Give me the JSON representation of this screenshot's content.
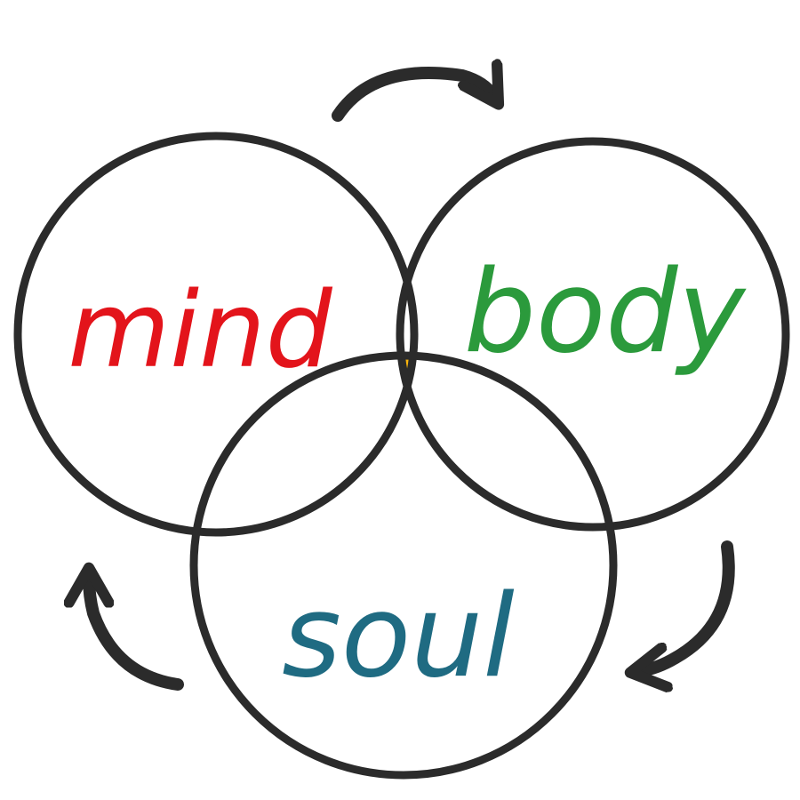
{
  "diagram": {
    "type": "venn",
    "sets": [
      {
        "label": "mind",
        "color": "#e3141b"
      },
      {
        "label": "body",
        "color": "#2b9a3c"
      },
      {
        "label": "soul",
        "color": "#1f6b82"
      }
    ],
    "center_highlight": {
      "inner_color": "#ffd21a",
      "outer_color": "#f59a00"
    },
    "outline_color": "#2b2b2b",
    "cycle_arrows": [
      "top-arrow",
      "right-arrow",
      "left-arrow"
    ]
  }
}
